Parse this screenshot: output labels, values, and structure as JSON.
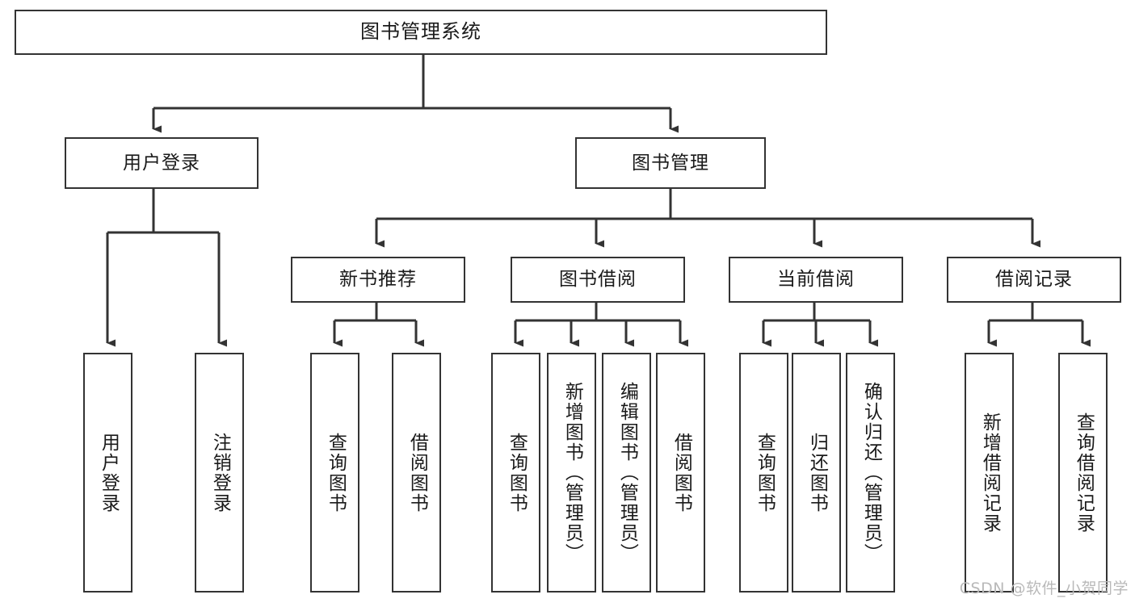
{
  "diagram": {
    "title": "图书管理系统",
    "type": "tree-hierarchy",
    "watermark": "CSDN @软件_小贺同学",
    "colors": {
      "stroke": "#333333",
      "fill": "#ffffff",
      "text": "#1a1a1a",
      "watermark": "#b9b9b9"
    },
    "nodes": {
      "root": {
        "label": "图书管理系统"
      },
      "level2": [
        {
          "label": "用户登录"
        },
        {
          "label": "图书管理"
        }
      ],
      "level3": [
        {
          "label": "新书推荐"
        },
        {
          "label": "图书借阅"
        },
        {
          "label": "当前借阅"
        },
        {
          "label": "借阅记录"
        }
      ],
      "leaves": {
        "user_login": [
          {
            "label": "用户登录"
          },
          {
            "label": "注销登录"
          }
        ],
        "new_book_recommend": [
          {
            "label": "查询图书"
          },
          {
            "label": "借阅图书"
          }
        ],
        "book_borrow": [
          {
            "label": "查询图书"
          },
          {
            "label": "新增图书（管理员）"
          },
          {
            "label": "编辑图书（管理员）"
          },
          {
            "label": "借阅图书"
          }
        ],
        "current_borrow": [
          {
            "label": "查询图书"
          },
          {
            "label": "归还图书"
          },
          {
            "label": "确认归还（管理员）"
          }
        ],
        "borrow_record": [
          {
            "label": "新增借阅记录"
          },
          {
            "label": "查询借阅记录"
          }
        ]
      }
    }
  }
}
